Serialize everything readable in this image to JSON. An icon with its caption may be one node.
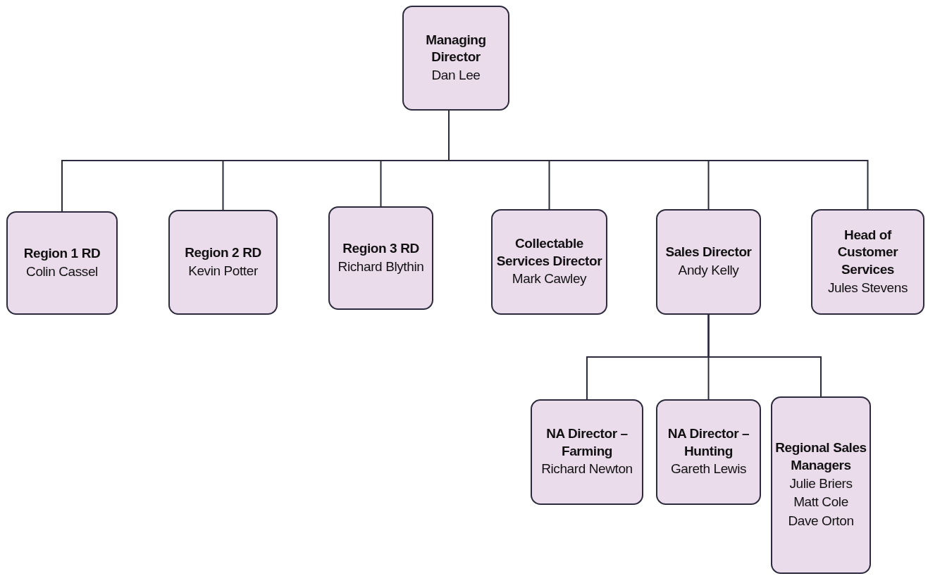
{
  "diagram": {
    "nodes": [
      {
        "text": [
          "Managing Director",
          "Dan Lee"
        ]
      },
      {
        "text": [
          "Region 1 RD",
          "Colin Cassel"
        ]
      },
      {
        "text": [
          "Region 2 RD",
          "Kevin Potter"
        ]
      },
      {
        "text": [
          "Region 3 RD",
          "Richard Blythin"
        ]
      },
      {
        "text": [
          "Collectable Services Director",
          "Mark Cawley"
        ]
      },
      {
        "text": [
          "Sales Director",
          "Andy Kelly"
        ]
      },
      {
        "text": [
          "Head of Customer Services",
          "Jules Stevens"
        ]
      },
      {
        "text": [
          "NA Director – Farming",
          "Richard Newton"
        ]
      },
      {
        "text": [
          "NA Director – Hunting",
          "Gareth Lewis"
        ]
      },
      {
        "text": [
          "Regional Sales Managers",
          "Julie Briers",
          "Matt Cole",
          "Dave Orton"
        ]
      }
    ],
    "edges": [
      {
        "from": 0,
        "to": 1,
        "arrow": "none"
      },
      {
        "from": 0,
        "to": 2,
        "arrow": "none"
      },
      {
        "from": 0,
        "to": 3,
        "arrow": "none"
      },
      {
        "from": 0,
        "to": 4,
        "arrow": "none"
      },
      {
        "from": 0,
        "to": 5,
        "arrow": "none"
      },
      {
        "from": 0,
        "to": 6,
        "arrow": "none"
      },
      {
        "from": 5,
        "to": 7,
        "arrow": "none"
      },
      {
        "from": 5,
        "to": 8,
        "arrow": "none"
      },
      {
        "from": 5,
        "to": 9,
        "arrow": "none"
      }
    ]
  }
}
